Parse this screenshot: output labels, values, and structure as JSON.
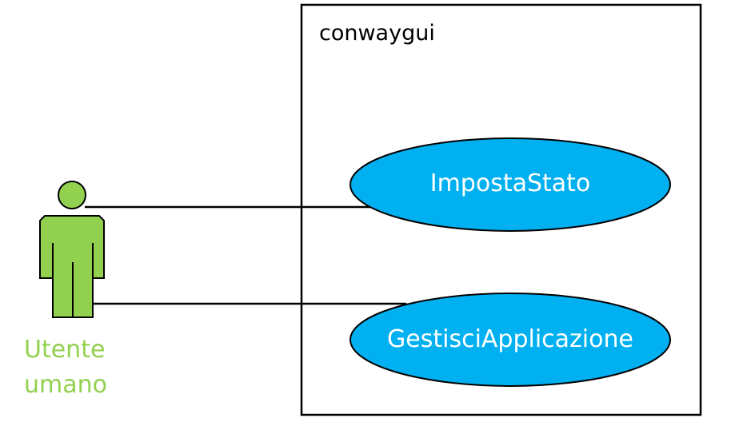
{
  "system": {
    "title": "conwaygui"
  },
  "actor": {
    "label_line1": "Utente",
    "label_line2": "umano",
    "color": "#92d050",
    "icon": "actor-icon"
  },
  "use_cases": [
    {
      "label": "ImpostaStato"
    },
    {
      "label": "GestisciApplicazione"
    }
  ],
  "colors": {
    "use_case_fill": "#00b0f0",
    "use_case_text": "#ffffff",
    "line": "#000000"
  }
}
